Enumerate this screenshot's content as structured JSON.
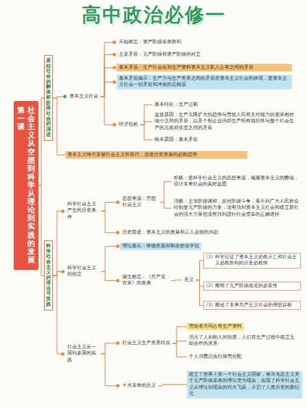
{
  "diagram": {
    "title": "高中政治必修一",
    "nodes": [
      {
        "text": [
          "第一课",
          "社会主义从空想到科学从理论到实践的发展"
        ]
      },
      {
        "text": [
          "原始社会的解体和阶级社会的演进"
        ]
      },
      {
        "text": [
          "资本主义社会"
        ]
      },
      {
        "text": [
          "开始标志：资产阶级革命胜利"
        ]
      },
      {
        "text": [
          "主要矛盾：无产阶级和资产阶级的对立"
        ]
      },
      {
        "text": [
          "基本矛盾：生产社会化和生产资料资本主义私人占有之间的矛盾"
        ]
      },
      {
        "text": [
          "基本矛盾揭示：生产力与生产关系之间的矛盾在资本主义社会的体现，是资本主义社会一切矛盾和冲突的总根源"
        ]
      },
      {
        "text": [
          "经济危机"
        ]
      },
      {
        "text": [
          "基本特征：生产过剩"
        ]
      },
      {
        "text": [
          "直接原因：生产无限扩大的趋势与劳动人民有支付能力的需求相对缩小之间的矛盾，以及个别企业内部生产的有组织性与整个社会生产的无政府状态之间的矛盾"
        ]
      },
      {
        "text": [
          "根本原因：基本矛盾"
        ]
      },
      {
        "text": [
          "资本主义终究要被社会主义所取代，这是历史发展的必然趋势"
        ]
      },
      {
        "text": [
          "科学社会主义的理论与实践"
        ]
      },
      {
        "text": [
          "科学社会主义产生的历史条件"
        ]
      },
      {
        "text": [
          "思想来源：空想社会主义"
        ]
      },
      {
        "text": [
          "积极：是科学社会主义的思想来源，揭露资本主义的弊端，设计未来社会的美好蓝图"
        ]
      },
      {
        "text": [
          "消极：主张阶级调和，反对阶级斗争，看不到广大人民群众特别是无产阶级的力量，没有找到资本主义社会和建立新社会的强大力量也没有找到进行社会变革的正确途径"
        ]
      },
      {
        "text": [
          "历史前提：资本主义的发展和工人运动的兴起"
        ]
      },
      {
        "text": [
          "科学社会主义的创立"
        ]
      },
      {
        "text": [
          "理论基石：唯物史观和剩余价值学说"
        ]
      },
      {
        "text": [
          "诞生标志：《共产党宣言》的发表"
        ]
      },
      {
        "text": [
          "意义"
        ]
      },
      {
        "text": [
          "(1)",
          "科学论证了资本主义必然灭亡和社会主义必然胜利的历史必然性"
        ]
      },
      {
        "text": [
          "(2)",
          "阐明了无产阶级政党的必要性"
        ]
      },
      {
        "text": [
          "(3)",
          "阐述了未来共产主义社会的理想目标"
        ]
      },
      {
        "text": [
          "社会主义从一国到多国的实践"
        ]
      },
      {
        "text": [
          "社会主义生产关系特点"
        ]
      },
      {
        "text": [
          "劳动者共同占有生产资料"
        ]
      },
      {
        "text": [
          "消灭了人剥削人的制度，人们在生产过程中建立互助合作的关系"
        ]
      },
      {
        "text": [
          "个人消费品实行按劳分配"
        ]
      },
      {
        "text": [
          "十月革命的意义"
        ]
      },
      {
        "text": [
          "建立了世界上第一个社会主义国家，将马克思主义关于无产阶级革命的理论变为现实，实现了科学社会主义从理论到现实的伟大飞跃，开启了人类历史的新纪元"
        ]
      }
    ],
    "edges": [
      {
        "from": 0,
        "to": 1,
        "arrow": "none"
      },
      {
        "from": 0,
        "to": 12,
        "arrow": "none"
      },
      {
        "from": 1,
        "to": 2,
        "arrow": "none"
      },
      {
        "from": 2,
        "to": 3,
        "arrow": "none"
      },
      {
        "from": 2,
        "to": 4,
        "arrow": "none"
      },
      {
        "from": 2,
        "to": 5,
        "arrow": "none"
      },
      {
        "from": 2,
        "to": 6,
        "arrow": "none"
      },
      {
        "from": 2,
        "to": 7,
        "arrow": "none"
      },
      {
        "from": 7,
        "to": 8,
        "arrow": "none"
      },
      {
        "from": 7,
        "to": 9,
        "arrow": "none"
      },
      {
        "from": 7,
        "to": 10,
        "arrow": "none"
      },
      {
        "from": 1,
        "to": 11,
        "arrow": "none"
      },
      {
        "from": 12,
        "to": 13,
        "arrow": "none"
      },
      {
        "from": 12,
        "to": 18,
        "arrow": "none"
      },
      {
        "from": 12,
        "to": 25,
        "arrow": "none"
      },
      {
        "from": 13,
        "to": 14,
        "arrow": "none"
      },
      {
        "from": 13,
        "to": 17,
        "arrow": "none"
      },
      {
        "from": 14,
        "to": 15,
        "arrow": "none"
      },
      {
        "from": 14,
        "to": 16,
        "arrow": "none"
      },
      {
        "from": 18,
        "to": 19,
        "arrow": "none"
      },
      {
        "from": 18,
        "to": 20,
        "arrow": "none"
      },
      {
        "from": 20,
        "to": 21,
        "arrow": "none"
      },
      {
        "from": 21,
        "to": 22,
        "arrow": "none"
      },
      {
        "from": 21,
        "to": 23,
        "arrow": "none"
      },
      {
        "from": 21,
        "to": 24,
        "arrow": "none"
      },
      {
        "from": 25,
        "to": 26,
        "arrow": "none"
      },
      {
        "from": 25,
        "to": 30,
        "arrow": "none"
      },
      {
        "from": 26,
        "to": 27,
        "arrow": "none"
      },
      {
        "from": 26,
        "to": 28,
        "arrow": "none"
      },
      {
        "from": 26,
        "to": 29,
        "arrow": "none"
      },
      {
        "from": 30,
        "to": 31,
        "arrow": "none"
      }
    ]
  }
}
